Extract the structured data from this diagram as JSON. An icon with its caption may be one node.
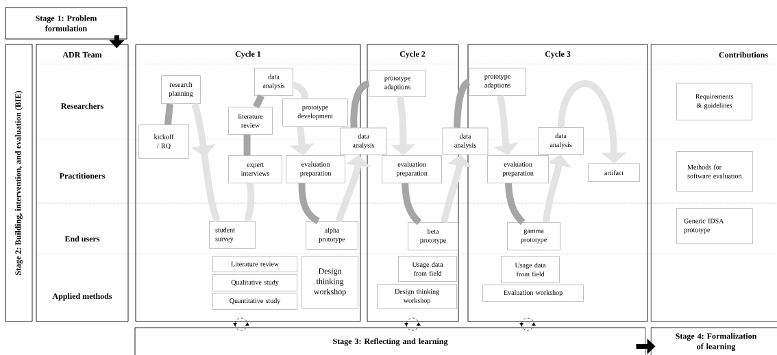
{
  "diagram": {
    "nodes": [
      {
        "text": [
          "Stage 1: Problem formulation"
        ]
      },
      {
        "text": [
          "Stage 2: Building, intervention, and evaluation (BIE)"
        ]
      },
      {
        "text": [
          "ADR Team",
          "Researchers",
          "Practitioners",
          "End users",
          "Applied methods"
        ]
      },
      {
        "text": [
          "Cycle 1"
        ]
      },
      {
        "text": [
          "Cycle 2"
        ]
      },
      {
        "text": [
          "Cycle 3"
        ]
      },
      {
        "text": [
          "Contributions"
        ]
      },
      {
        "text": [
          "Stage 3: Reflecting and learning"
        ]
      },
      {
        "text": [
          "Stage 4: Formalization of learning"
        ]
      },
      {
        "text": [
          "research planning"
        ],
        "in": 3
      },
      {
        "text": [
          "kickoff / RQ"
        ],
        "in": 3
      },
      {
        "text": [
          "data analysis"
        ],
        "in": 3
      },
      {
        "text": [
          "literature review"
        ],
        "in": 3
      },
      {
        "text": [
          "prototype development"
        ],
        "in": 3
      },
      {
        "text": [
          "expert interviews"
        ],
        "in": 3
      },
      {
        "text": [
          "evaluation preparation"
        ],
        "in": 3
      },
      {
        "text": [
          "student survey"
        ],
        "in": 3
      },
      {
        "text": [
          "alpha prototype"
        ],
        "in": 3
      },
      {
        "text": [
          "Literature review"
        ],
        "in": 3
      },
      {
        "text": [
          "Qualitative study"
        ],
        "in": 3
      },
      {
        "text": [
          "Quantitative study"
        ],
        "in": 3
      },
      {
        "text": [
          "Design thinking workshop"
        ],
        "in": 3
      },
      {
        "text": [
          "data analysis"
        ]
      },
      {
        "text": [
          "prototype adaptions"
        ],
        "in": 4
      },
      {
        "text": [
          "evaluation preparation"
        ],
        "in": 4
      },
      {
        "text": [
          "beta prototype"
        ],
        "in": 4
      },
      {
        "text": [
          "Usage data from field"
        ],
        "in": 4
      },
      {
        "text": [
          "Design thinking workshop"
        ],
        "in": 4
      },
      {
        "text": [
          "data analysis"
        ]
      },
      {
        "text": [
          "prototype adaptions"
        ],
        "in": 5
      },
      {
        "text": [
          "evaluation preparation"
        ],
        "in": 5
      },
      {
        "text": [
          "data analysis"
        ],
        "in": 5
      },
      {
        "text": [
          "artifact"
        ],
        "in": 5
      },
      {
        "text": [
          "gamma prototype"
        ],
        "in": 5
      },
      {
        "text": [
          "Usage data from field"
        ],
        "in": 5
      },
      {
        "text": [
          "Evaluation workshop"
        ],
        "in": 5
      },
      {
        "text": [
          "Requirements & guidelines"
        ],
        "in": 6
      },
      {
        "text": [
          "Methods for software evaluation"
        ],
        "in": 6
      },
      {
        "text": [
          "Generic IDSA prototype"
        ],
        "in": 6
      }
    ],
    "edges": [
      {
        "from": 10,
        "to": 9,
        "arrow": "none",
        "color": "#a6a6a6"
      },
      {
        "from": 9,
        "to": 16,
        "arrow": "to",
        "color": "#e3e3e3"
      },
      {
        "from": 16,
        "to": 14,
        "arrow": "none",
        "color": "#e3e3e3"
      },
      {
        "from": 14,
        "to": 12,
        "arrow": "none",
        "color": "#a6a6a6"
      },
      {
        "from": 12,
        "to": 11,
        "arrow": "none",
        "color": "#a6a6a6"
      },
      {
        "from": 11,
        "to": 13,
        "arrow": "none",
        "color": "#e3e3e3"
      },
      {
        "from": 13,
        "to": 15,
        "arrow": "to",
        "color": "#e3e3e3"
      },
      {
        "from": 15,
        "to": 17,
        "arrow": "none",
        "color": "#a6a6a6"
      },
      {
        "from": 17,
        "to": 22,
        "arrow": "to",
        "color": "#e3e3e3"
      },
      {
        "from": 22,
        "to": 23,
        "arrow": "none",
        "color": "#a6a6a6"
      },
      {
        "from": 23,
        "to": 24,
        "arrow": "to",
        "color": "#e3e3e3"
      },
      {
        "from": 24,
        "to": 25,
        "arrow": "none",
        "color": "#a6a6a6"
      },
      {
        "from": 25,
        "to": 28,
        "arrow": "to",
        "color": "#e3e3e3"
      },
      {
        "from": 28,
        "to": 29,
        "arrow": "none",
        "color": "#a6a6a6"
      },
      {
        "from": 29,
        "to": 30,
        "arrow": "to",
        "color": "#e3e3e3"
      },
      {
        "from": 30,
        "to": 33,
        "arrow": "none",
        "color": "#a6a6a6"
      },
      {
        "from": 33,
        "to": 31,
        "arrow": "to",
        "color": "#e3e3e3"
      },
      {
        "from": 31,
        "to": 32,
        "arrow": "to",
        "color": "#e3e3e3"
      },
      {
        "from": 0,
        "to": 2,
        "arrow": "to",
        "color": "#000000"
      },
      {
        "from": 7,
        "to": 8,
        "arrow": "to",
        "color": "#000000"
      }
    ]
  }
}
